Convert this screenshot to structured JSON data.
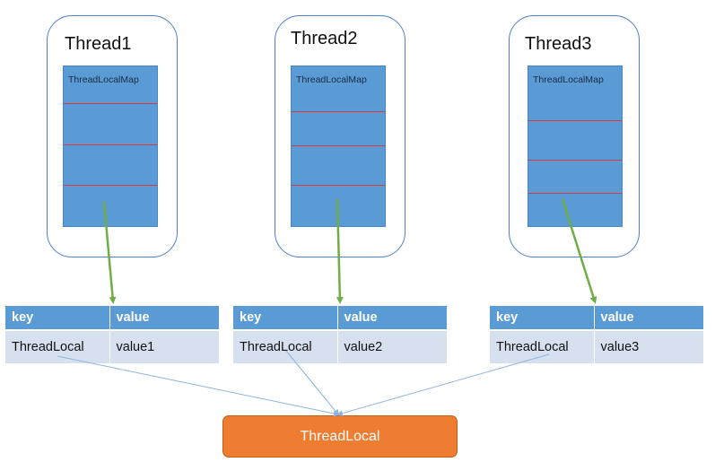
{
  "threads": [
    {
      "title": "Thread1",
      "map_label": "ThreadLocalMap",
      "map_rows": 4,
      "table": {
        "headers": [
          "key",
          "value"
        ],
        "row": [
          "ThreadLocal",
          "value1"
        ]
      }
    },
    {
      "title": "Thread2",
      "map_label": "ThreadLocalMap",
      "map_rows": 4,
      "table": {
        "headers": [
          "key",
          "value"
        ],
        "row": [
          "ThreadLocal",
          "value2"
        ]
      }
    },
    {
      "title": "Thread3",
      "map_label": "ThreadLocalMap",
      "map_rows": 4,
      "table": {
        "headers": [
          "key",
          "value"
        ],
        "row": [
          "ThreadLocal",
          "value3"
        ]
      }
    }
  ],
  "threadlocal_node": {
    "label": "ThreadLocal"
  },
  "colors": {
    "thread_border": "#4d7ed0",
    "map_fill": "#5b9bd5",
    "map_divider": "#d83a3a",
    "table_header": "#5b9bd5",
    "table_body": "#d6e0ef",
    "arrow_green": "#70ad47",
    "link_blue": "#8db4e2",
    "node_orange": "#ee7d31"
  }
}
